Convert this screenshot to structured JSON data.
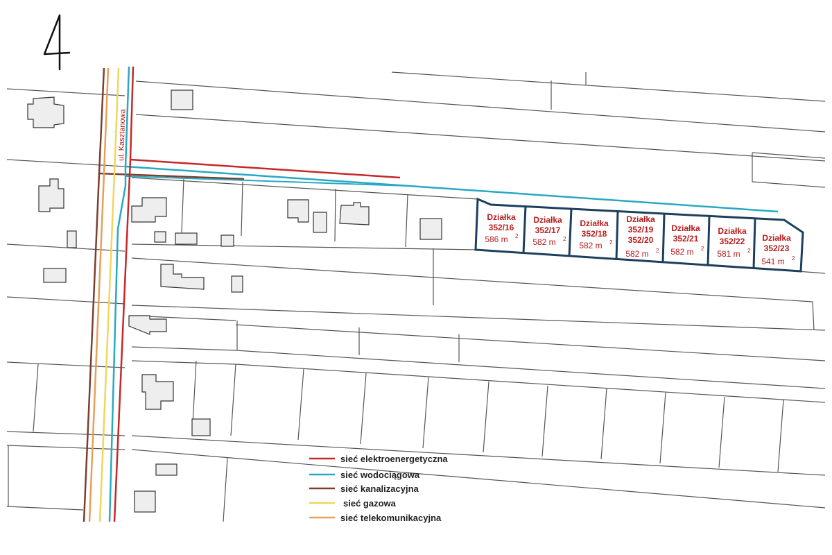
{
  "sheet_number": "4",
  "street_label": "ul. Kasztanowa",
  "colors": {
    "electric": "#c62828",
    "water": "#29a8c4",
    "sewer": "#7b3f2e",
    "gas": "#f0d65a",
    "telecom": "#e8a058",
    "plot_border": "#1c3f5c",
    "plot_text": "#b71c1c"
  },
  "plots": [
    {
      "line1": "Działka",
      "line2": "352/16",
      "line3": "",
      "area": "586 m",
      "sup": "2"
    },
    {
      "line1": "Działka",
      "line2": "352/17",
      "line3": "",
      "area": "582 m",
      "sup": "2"
    },
    {
      "line1": "Działka",
      "line2": "352/18",
      "line3": "",
      "area": "582 m",
      "sup": "2"
    },
    {
      "line1": "Działka",
      "line2": "352/19",
      "line3": "352/20",
      "area": "582 m",
      "sup": "2"
    },
    {
      "line1": "Działka",
      "line2": "352/21",
      "line3": "",
      "area": "582 m",
      "sup": "2"
    },
    {
      "line1": "Działka",
      "line2": "352/22",
      "line3": "",
      "area": "581 m",
      "sup": "2"
    },
    {
      "line1": "Działka",
      "line2": "352/23",
      "line3": "",
      "area": "541 m",
      "sup": "2"
    }
  ],
  "legend": {
    "electric": "sieć elektroenergetyczna",
    "water": "sieć wodociągowa",
    "sewer": "sieć kanalizacyjna",
    "gas": "sieć gazowa",
    "telecom": "sieć telekomunikacyjna"
  }
}
